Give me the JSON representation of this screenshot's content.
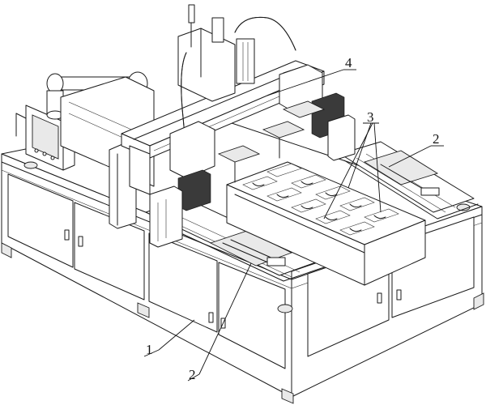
{
  "figure": {
    "callouts": [
      {
        "id": "1",
        "text": "1"
      },
      {
        "id": "2a",
        "text": "2"
      },
      {
        "id": "2b",
        "text": "2"
      },
      {
        "id": "3",
        "text": "3"
      },
      {
        "id": "4",
        "text": "4"
      }
    ]
  }
}
